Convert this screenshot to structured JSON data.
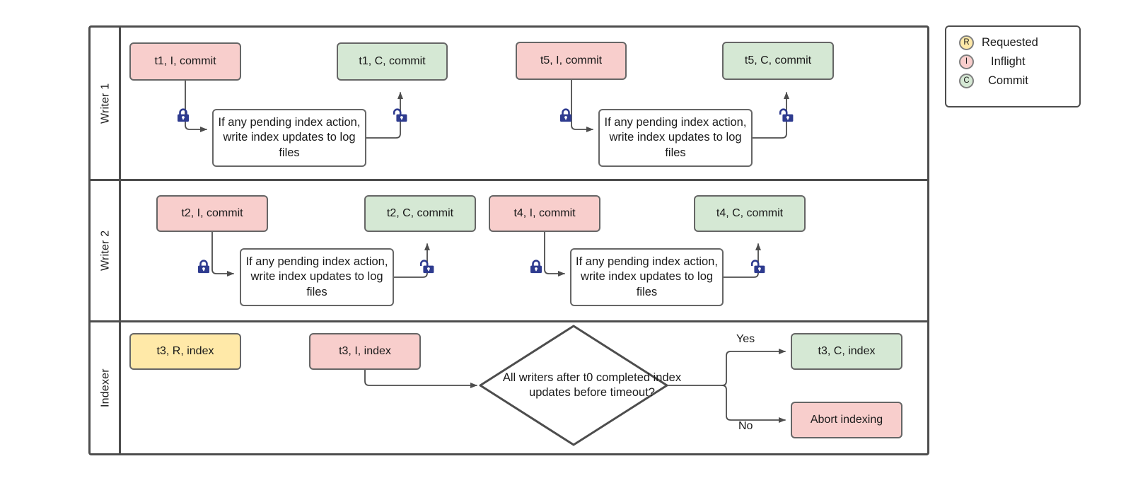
{
  "diagram": {
    "title": "Writer / Indexer lock-coordination swimlane",
    "colors": {
      "inflight": "#f8cecc",
      "commit": "#d5e8d4",
      "requested": "#ffe9a8",
      "stroke": "#666666",
      "lane_stroke": "#4d4d4d",
      "lock": "#2e3b8f"
    },
    "lanes": [
      {
        "label": "Writer 1"
      },
      {
        "label": "Writer 2"
      },
      {
        "label": "Indexer"
      }
    ],
    "writer1": {
      "inflight_t1": "t1, I, commit",
      "commit_t1": "t1, C, commit",
      "process_1": "If any pending index action, write index updates to log files",
      "inflight_t5": "t5, I, commit",
      "commit_t5": "t5, C, commit",
      "process_2": "If any pending index action, write index updates to log files"
    },
    "writer2": {
      "inflight_t2": "t2, I, commit",
      "commit_t2": "t2, C, commit",
      "process_1": "If any pending index action, write index updates to log files",
      "inflight_t4": "t4, I, commit",
      "commit_t4": "t4, C, commit",
      "process_2": "If any pending index action, write index updates to log files"
    },
    "indexer": {
      "requested_t3": "t3, R, index",
      "inflight_t3": "t3, I, index",
      "decision": "All writers after t0 completed index updates before timeout?",
      "yes_label": "Yes",
      "no_label": "No",
      "commit_t3": "t3, C, index",
      "abort": "Abort indexing"
    },
    "locks": [
      {
        "name": "lock-closed-w1-a",
        "state": "closed"
      },
      {
        "name": "lock-open-w1-a",
        "state": "open"
      },
      {
        "name": "lock-closed-w1-b",
        "state": "closed"
      },
      {
        "name": "lock-open-w1-b",
        "state": "open"
      },
      {
        "name": "lock-closed-w2-a",
        "state": "closed"
      },
      {
        "name": "lock-open-w2-a",
        "state": "open"
      },
      {
        "name": "lock-closed-w2-b",
        "state": "closed"
      },
      {
        "name": "lock-open-w2-b",
        "state": "open"
      }
    ],
    "legend": {
      "items": [
        {
          "badge": "R",
          "label": "Requested",
          "color": "#ffe9a8"
        },
        {
          "badge": "I",
          "label": "Inflight",
          "color": "#f8cecc"
        },
        {
          "badge": "C",
          "label": "Commit",
          "color": "#d5e8d4"
        }
      ]
    }
  }
}
